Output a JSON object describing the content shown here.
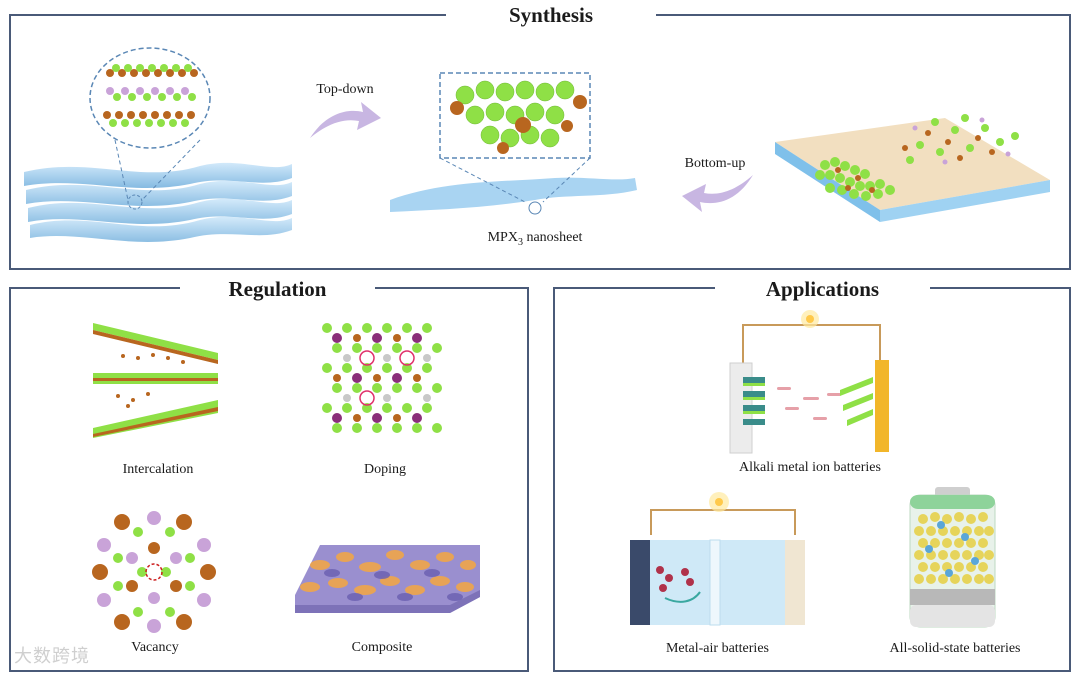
{
  "synthesis": {
    "title": "Synthesis",
    "top_down_label": "Top-down",
    "bottom_up_label": "Bottom-up",
    "nanosheet_label": "MPX",
    "nanosheet_subscript": "3",
    "nanosheet_suffix": " nanosheet"
  },
  "regulation": {
    "title": "Regulation",
    "items": [
      {
        "label": "Intercalation"
      },
      {
        "label": "Doping"
      },
      {
        "label": "Vacancy"
      },
      {
        "label": "Composite"
      }
    ]
  },
  "applications": {
    "title": "Applications",
    "items": [
      {
        "label": "Alkali metal ion batteries"
      },
      {
        "label": "Metal-air batteries"
      },
      {
        "label": "All-solid-state batteries"
      }
    ]
  },
  "watermark": "大数跨境",
  "colors": {
    "frame": "#4a5a78",
    "green_atom": "#8fe046",
    "brown_atom": "#b8661f",
    "purple_atom": "#c9a3d8",
    "sheet_blue": "#a9d4f2",
    "arrow_purple": "#c8b6e2",
    "substrate": "#f2dfc0",
    "yellow_atom": "#e6d45a"
  }
}
